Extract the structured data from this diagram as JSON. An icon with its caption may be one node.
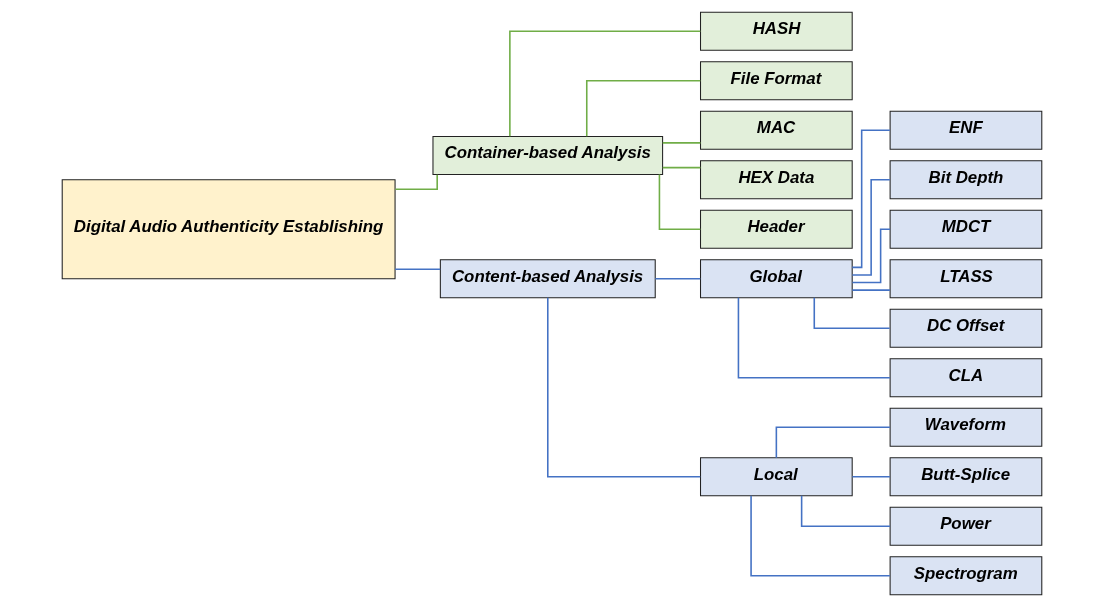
{
  "diagram": {
    "nodes": [
      {
        "text": [
          "Digital Audio Authenticity Establishing"
        ]
      },
      {
        "text": [
          "Container-based Analysis"
        ]
      },
      {
        "text": [
          "HASH"
        ]
      },
      {
        "text": [
          "File Format"
        ]
      },
      {
        "text": [
          "MAC"
        ]
      },
      {
        "text": [
          "HEX Data"
        ]
      },
      {
        "text": [
          "Header"
        ]
      },
      {
        "text": [
          "Content-based Analysis"
        ]
      },
      {
        "text": [
          "Global"
        ]
      },
      {
        "text": [
          "ENF"
        ]
      },
      {
        "text": [
          "Bit Depth"
        ]
      },
      {
        "text": [
          "MDCT"
        ]
      },
      {
        "text": [
          "LTASS"
        ]
      },
      {
        "text": [
          "DC Offset"
        ]
      },
      {
        "text": [
          "CLA"
        ]
      },
      {
        "text": [
          "Local"
        ]
      },
      {
        "text": [
          "Waveform"
        ]
      },
      {
        "text": [
          "Butt-Splice"
        ]
      },
      {
        "text": [
          "Power"
        ]
      },
      {
        "text": [
          "Spectrogram"
        ]
      }
    ],
    "edges": [
      {
        "from": 0,
        "to": 1,
        "arrow": "none",
        "color": "#70ad47"
      },
      {
        "from": 1,
        "to": 2,
        "arrow": "none",
        "color": "#70ad47"
      },
      {
        "from": 1,
        "to": 3,
        "arrow": "none",
        "color": "#70ad47"
      },
      {
        "from": 1,
        "to": 4,
        "arrow": "none",
        "color": "#70ad47"
      },
      {
        "from": 1,
        "to": 5,
        "arrow": "none",
        "color": "#70ad47"
      },
      {
        "from": 1,
        "to": 6,
        "arrow": "none",
        "color": "#70ad47"
      },
      {
        "from": 0,
        "to": 7,
        "arrow": "none"
      },
      {
        "from": 7,
        "to": 8,
        "arrow": "none"
      },
      {
        "from": 8,
        "to": 9,
        "arrow": "none"
      },
      {
        "from": 8,
        "to": 10,
        "arrow": "none"
      },
      {
        "from": 8,
        "to": 11,
        "arrow": "none"
      },
      {
        "from": 8,
        "to": 12,
        "arrow": "none"
      },
      {
        "from": 8,
        "to": 13,
        "arrow": "none"
      },
      {
        "from": 8,
        "to": 14,
        "arrow": "none"
      },
      {
        "from": 7,
        "to": 15,
        "arrow": "none"
      },
      {
        "from": 15,
        "to": 16,
        "arrow": "none"
      },
      {
        "from": 15,
        "to": 17,
        "arrow": "none"
      },
      {
        "from": 15,
        "to": 18,
        "arrow": "none"
      },
      {
        "from": 15,
        "to": 19,
        "arrow": "none"
      }
    ]
  }
}
